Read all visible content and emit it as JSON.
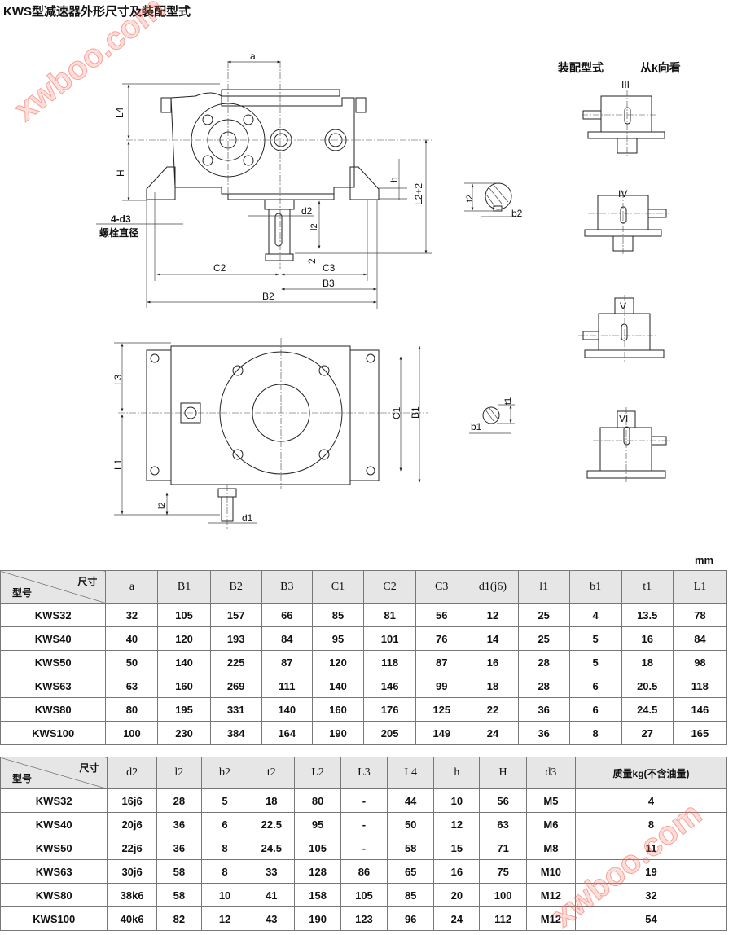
{
  "title": "KWS型减速器外形尺寸及装配型式",
  "drawing": {
    "top_view_labels": {
      "a": "a",
      "L4": "L4",
      "H": "H",
      "h": "h",
      "L2p2": "L2+2",
      "d2": "d2",
      "l2": "l2",
      "two": "2",
      "C2": "C2",
      "C3": "C3",
      "B3": "B3",
      "B2": "B2",
      "bolt": "4-d3",
      "bolt_cn": "螺栓直径"
    },
    "bottom_view_labels": {
      "L3": "L3",
      "L1": "L1",
      "C1": "C1",
      "B1": "B1",
      "l2": "l2",
      "d1": "d1"
    },
    "section_labels": {
      "t2": "t2",
      "b2": "b2",
      "t1": "t1",
      "b1": "b1"
    },
    "assembly": {
      "heading": "装配型式",
      "view_note": "从k向看",
      "types": [
        "III",
        "IV",
        "V",
        "VI"
      ]
    }
  },
  "unit": "mm",
  "table1": {
    "corner_top": "尺寸",
    "corner_bottom": "型号",
    "headers": [
      "a",
      "B1",
      "B2",
      "B3",
      "C1",
      "C2",
      "C3",
      "d1(j6)",
      "l1",
      "b1",
      "t1",
      "L1"
    ],
    "rows": [
      [
        "KWS32",
        "32",
        "105",
        "157",
        "66",
        "85",
        "81",
        "56",
        "12",
        "25",
        "4",
        "13.5",
        "78"
      ],
      [
        "KWS40",
        "40",
        "120",
        "193",
        "84",
        "95",
        "101",
        "76",
        "14",
        "25",
        "5",
        "16",
        "84"
      ],
      [
        "KWS50",
        "50",
        "140",
        "225",
        "87",
        "120",
        "118",
        "87",
        "16",
        "28",
        "5",
        "18",
        "98"
      ],
      [
        "KWS63",
        "63",
        "160",
        "269",
        "111",
        "140",
        "146",
        "99",
        "18",
        "28",
        "6",
        "20.5",
        "118"
      ],
      [
        "KWS80",
        "80",
        "195",
        "331",
        "140",
        "160",
        "176",
        "125",
        "22",
        "36",
        "6",
        "24.5",
        "146"
      ],
      [
        "KWS100",
        "100",
        "230",
        "384",
        "164",
        "190",
        "205",
        "149",
        "24",
        "36",
        "8",
        "27",
        "165"
      ]
    ]
  },
  "table2": {
    "corner_top": "尺寸",
    "corner_bottom": "型号",
    "headers": [
      "d2",
      "l2",
      "b2",
      "t2",
      "L2",
      "L3",
      "L4",
      "h",
      "H",
      "d3",
      "质量kg(不含油量)"
    ],
    "rows": [
      [
        "KWS32",
        "16j6",
        "28",
        "5",
        "18",
        "80",
        "-",
        "44",
        "10",
        "56",
        "M5",
        "4"
      ],
      [
        "KWS40",
        "20j6",
        "36",
        "6",
        "22.5",
        "95",
        "-",
        "50",
        "12",
        "63",
        "M6",
        "8"
      ],
      [
        "KWS50",
        "22j6",
        "36",
        "8",
        "24.5",
        "105",
        "-",
        "58",
        "15",
        "71",
        "M8",
        "11"
      ],
      [
        "KWS63",
        "30j6",
        "58",
        "8",
        "33",
        "128",
        "86",
        "65",
        "16",
        "75",
        "M10",
        "19"
      ],
      [
        "KWS80",
        "38k6",
        "58",
        "10",
        "41",
        "158",
        "105",
        "85",
        "20",
        "100",
        "M12",
        "32"
      ],
      [
        "KWS100",
        "40k6",
        "82",
        "12",
        "43",
        "190",
        "123",
        "96",
        "24",
        "112",
        "M12",
        "54"
      ]
    ]
  },
  "watermark": "xwboo.com"
}
